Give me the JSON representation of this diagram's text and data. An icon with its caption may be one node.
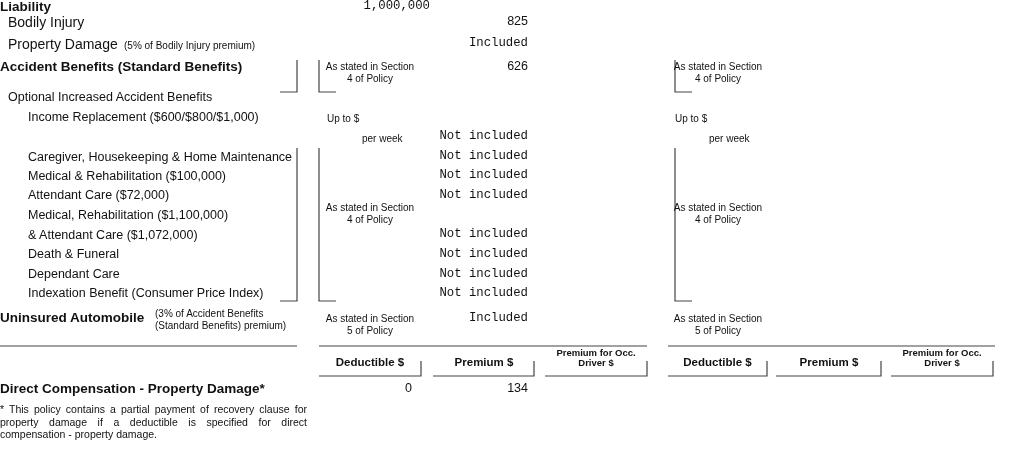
{
  "diagram": {
    "labels": [
      "Liability",
      "1,000,000",
      "Bodily Injury",
      "825",
      "Property Damage",
      "(5% of Bodily Injury premium)",
      "Included",
      "Accident Benefits (Standard Benefits)",
      "As stated in Section 4 of Policy",
      "626",
      "As stated in Section 4 of Policy",
      "Optional Increased Accident Benefits",
      "Income Replacement ($600/$800/$1,000)",
      "Up to $",
      "Up to $",
      "per week",
      "Not included",
      "per week",
      "Caregiver, Housekeeping & Home Maintenance",
      "Not included",
      "Medical & Rehabilitation ($100,000)",
      "Not included",
      "Attendant Care ($72,000)",
      "Not included",
      "As stated in Section 4 of Policy",
      "As stated in Section 4 of Policy",
      "Medical, Rehabilitation ($1,100,000)",
      "& Attendant Care ($1,072,000)",
      "Not included",
      "Death & Funeral",
      "Not included",
      "Dependant Care",
      "Not included",
      "Indexation Benefit (Consumer Price Index)",
      "Not included",
      "Uninsured Automobile",
      "(3% of Accident Benefits (Standard Benefits) premium)",
      "As stated in Section 5 of Policy",
      "Included",
      "As stated in Section 5 of Policy",
      "Deductible $",
      "Premium $",
      "Premium for Occ. Driver $",
      "Deductible $",
      "Premium $",
      "Premium for Occ. Driver $",
      "Direct Compensation - Property Damage*",
      "0",
      "134",
      "* This policy contains a partial payment of recovery clause for property damage if a deductible is specified for direct compensation - property damage."
    ]
  }
}
